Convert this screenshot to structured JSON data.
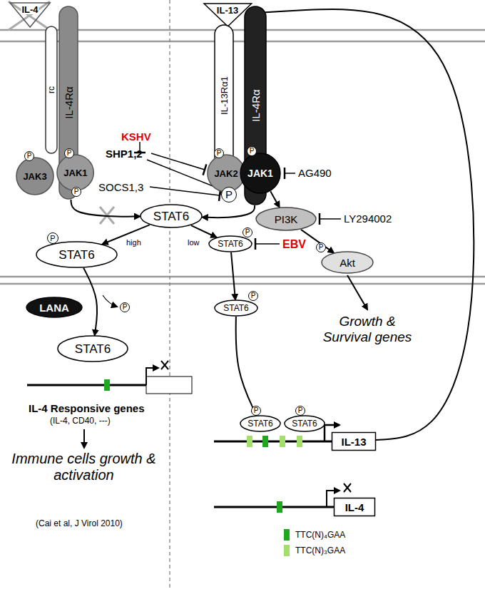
{
  "diagram": {
    "nodes": [
      {
        "text": [
          "IL-4"
        ]
      },
      {
        "text": [
          "rc"
        ]
      },
      {
        "text": [
          "IL-4Rα"
        ]
      },
      {
        "text": [
          "JAK3"
        ]
      },
      {
        "text": [
          "JAK1"
        ]
      },
      {
        "text": [
          "IL-13"
        ]
      },
      {
        "text": [
          "IL-13Rα1"
        ]
      },
      {
        "text": [
          "IL-4Rα"
        ]
      },
      {
        "text": [
          "JAK2"
        ]
      },
      {
        "text": [
          "JAK1"
        ]
      },
      {
        "text": [
          "STAT6"
        ]
      },
      {
        "text": [
          "STAT6"
        ]
      },
      {
        "text": [
          "STAT6"
        ]
      },
      {
        "text": [
          "STAT6"
        ]
      },
      {
        "text": [
          "PI3K"
        ]
      },
      {
        "text": [
          "Akt"
        ]
      },
      {
        "text": [
          "LANA"
        ]
      },
      {
        "text": [
          "STAT6"
        ]
      },
      {
        "text": [
          "STAT6"
        ]
      },
      {
        "text": [
          "STAT6"
        ]
      },
      {
        "text": [
          "IL-13"
        ]
      },
      {
        "text": [
          "IL-4"
        ]
      }
    ],
    "edges": [
      {
        "from": 2,
        "to": 10,
        "arrow": "to"
      },
      {
        "from": 7,
        "to": 10,
        "arrow": "to"
      },
      {
        "from": 10,
        "to": 11,
        "label": "high",
        "arrow": "to"
      },
      {
        "from": 10,
        "to": 12,
        "label": "low",
        "arrow": "to"
      },
      {
        "from": 12,
        "to": 13,
        "arrow": "to"
      },
      {
        "from": 13,
        "to": 18,
        "arrow": "to"
      },
      {
        "from": 11,
        "to": 17,
        "arrow": "to"
      },
      {
        "from": 9,
        "to": 14,
        "arrow": "to"
      },
      {
        "from": 14,
        "to": 15,
        "arrow": "to"
      },
      {
        "from": 20,
        "to": 5,
        "arrow": "to"
      }
    ],
    "labels": [
      "KSHV",
      "SHP1,2",
      "SOCS1,3",
      "AG490",
      "LY294002",
      "EBV",
      "Growth & Survival genes",
      "IL-4 Responsive genes",
      "(IL-4, CD40, ---)",
      "Immune cells growth & activation",
      "(Cai et al, J Virol 2010)",
      "P",
      "P",
      "P",
      "P",
      "P",
      "P",
      "P",
      "P",
      "P",
      "P",
      "P",
      "P",
      "P"
    ],
    "legend": [
      {
        "text": "TTC(N)₄GAA",
        "color": "#1ea81e"
      },
      {
        "text": "TTC(N)₃GAA",
        "color": "#a3e06b"
      }
    ]
  }
}
